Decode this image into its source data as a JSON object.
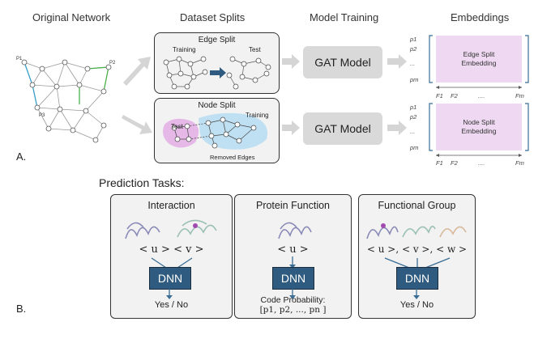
{
  "headers": {
    "original_network": "Original Network",
    "dataset_splits": "Dataset Splits",
    "model_training": "Model Training",
    "embeddings": "Embeddings"
  },
  "network_labels": {
    "p1": "P1",
    "p2": "P2",
    "p3": "P3"
  },
  "edge_split": {
    "title": "Edge Split",
    "training": "Training",
    "test": "Test"
  },
  "node_split": {
    "title": "Node Split",
    "test": "Test",
    "training": "Training",
    "removed": "Removed Edges"
  },
  "gat": {
    "label": "GAT Model"
  },
  "embedding_edge": {
    "line1": "Edge Split",
    "line2": "Embedding"
  },
  "embedding_node": {
    "line1": "Node Split",
    "line2": "Embedding"
  },
  "embedding_rows": [
    "p1",
    "p2",
    "...",
    "pm"
  ],
  "embedding_cols": [
    "F1",
    "F2",
    "....",
    "Fm"
  ],
  "section_a": "A.",
  "section_b": "B.",
  "prediction_title": "Prediction Tasks:",
  "tasks": {
    "interaction": {
      "title": "Interaction",
      "inputs": "< u >   < v >",
      "dnn": "DNN",
      "output": "Yes / No"
    },
    "protein_function": {
      "title": "Protein Function",
      "inputs": "< u >",
      "dnn": "DNN",
      "output": "Code Probability:",
      "output2": "[p1, p2, ..., pn ]"
    },
    "functional_group": {
      "title": "Functional Group",
      "inputs": "< u >, < v >, < w >",
      "dnn": "DNN",
      "output": "Yes / No"
    }
  },
  "colors": {
    "dnn": "#2e5b7f",
    "embedding": "#efd8f2",
    "gat": "#d9d9d9",
    "arrow": "#3b6e96",
    "test_blob": "#e6b8e8",
    "train_blob": "#bfe0f2"
  }
}
